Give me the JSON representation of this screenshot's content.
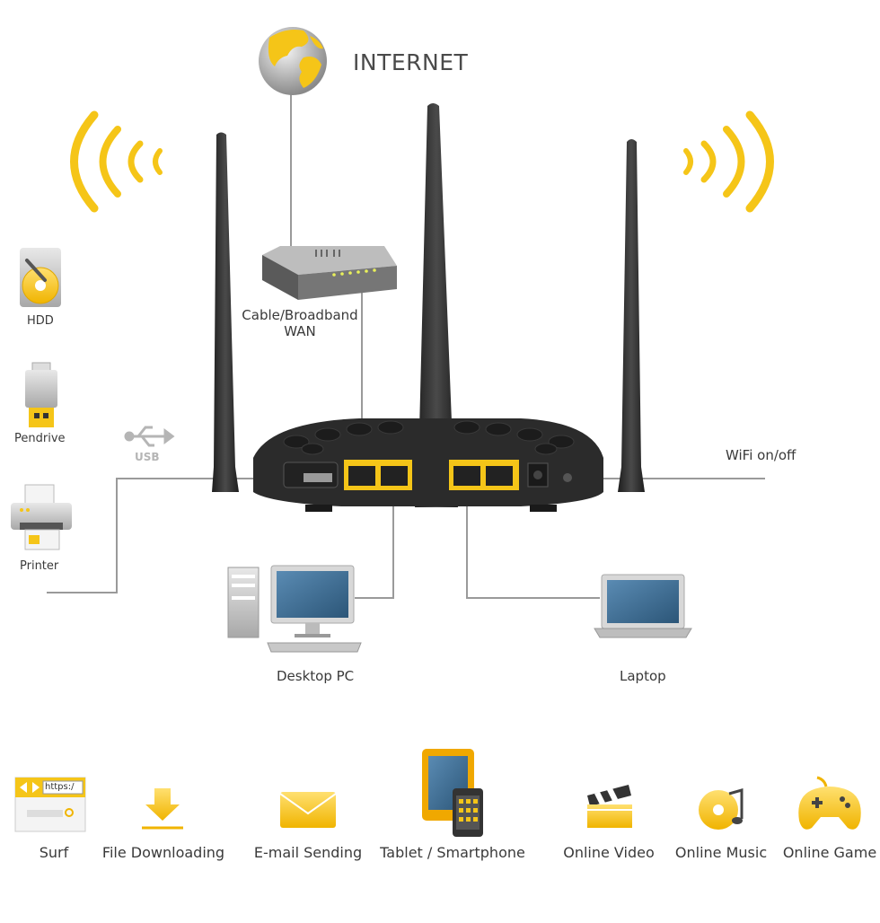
{
  "internet": {
    "label": "INTERNET"
  },
  "modem": {
    "label_line1": "Cable/Broadband",
    "label_line2": "WAN"
  },
  "usb": {
    "label": "USB"
  },
  "storage": {
    "hdd": "HDD",
    "pendrive": "Pendrive",
    "printer": "Printer"
  },
  "wifi_switch": {
    "label": "WiFi on/off"
  },
  "clients": {
    "desktop": "Desktop PC",
    "laptop": "Laptop"
  },
  "browser_icon": {
    "url_text": "https:/"
  },
  "features": [
    {
      "label": "Surf",
      "icon": "browser-icon"
    },
    {
      "label": "File Downloading",
      "icon": "download-icon"
    },
    {
      "label": "E-mail Sending",
      "icon": "envelope-icon"
    },
    {
      "label": "Tablet / Smartphone",
      "icon": "tablet-icon"
    },
    {
      "label": "Online Video",
      "icon": "clapperboard-icon"
    },
    {
      "label": "Online Music",
      "icon": "music-disc-icon"
    },
    {
      "label": "Online Game",
      "icon": "gamepad-icon"
    }
  ],
  "colors": {
    "accent": "#f5c518",
    "router": "#2b2b2b",
    "line": "#9a9a9a",
    "screen": "#3e6f96"
  }
}
